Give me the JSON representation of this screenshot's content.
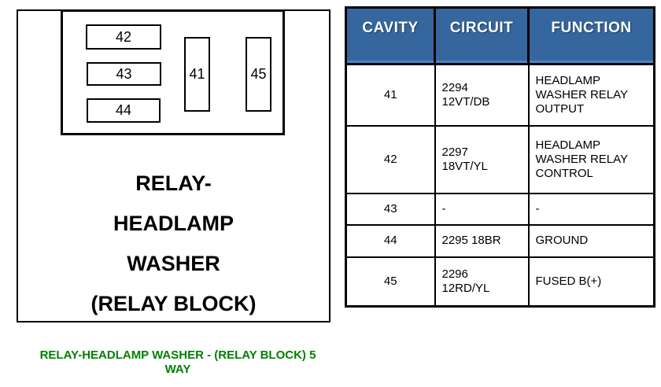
{
  "diagram": {
    "slots": {
      "s41": "41",
      "s42": "42",
      "s43": "43",
      "s44": "44",
      "s45": "45"
    },
    "label_lines": [
      "RELAY-",
      "HEADLAMP",
      "WASHER",
      "(RELAY BLOCK)"
    ]
  },
  "table": {
    "header_bg": "#35669E",
    "headers": {
      "cavity": "CAVITY",
      "circuit": "CIRCUIT",
      "function": "FUNCTION"
    },
    "rows": [
      {
        "cavity": "41",
        "circuit": "2294\n12VT/DB",
        "function": "HEADLAMP\nWASHER RELAY\nOUTPUT"
      },
      {
        "cavity": "42",
        "circuit": "2297\n18VT/YL",
        "function": "HEADLAMP\nWASHER RELAY\nCONTROL"
      },
      {
        "cavity": "43",
        "circuit": "-",
        "function": "-"
      },
      {
        "cavity": "44",
        "circuit": "2295 18BR",
        "function": "GROUND"
      },
      {
        "cavity": "45",
        "circuit": "2296\n12RD/YL",
        "function": "FUSED B(+)"
      }
    ]
  },
  "caption": {
    "line1": "RELAY-HEADLAMP WASHER - (RELAY BLOCK) 5",
    "line2": "WAY",
    "color": "#008000"
  }
}
